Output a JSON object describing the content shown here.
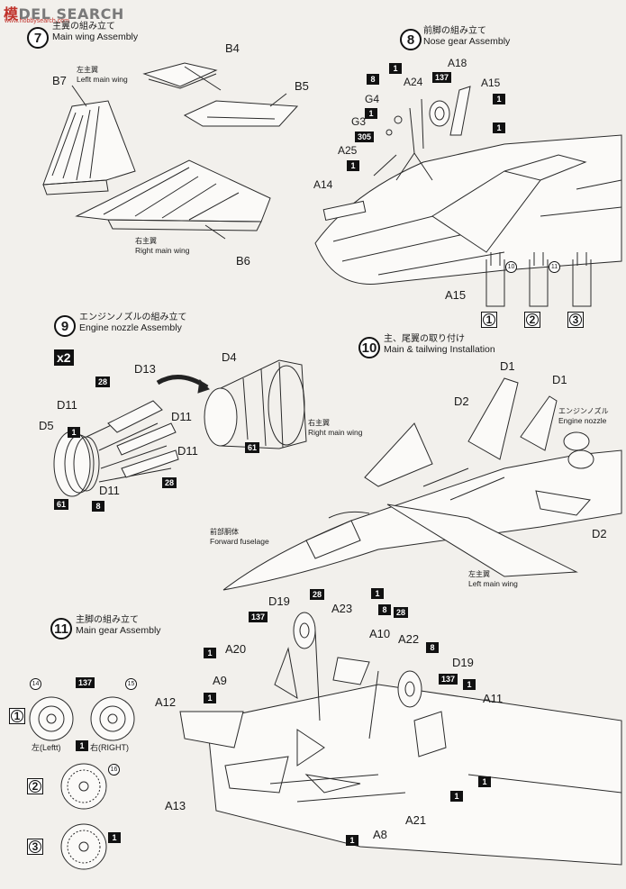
{
  "watermark": {
    "prefix": "模",
    "brand": "DEL SEARCH",
    "sub": "www.hobbysearch.com"
  },
  "step7": {
    "num": "7",
    "jp": "主翼の組み立て",
    "en": "Main wing Assembly",
    "labels": [
      "B4",
      "B5",
      "B7",
      "B6"
    ],
    "left_wing_jp": "左主翼",
    "left_wing_en": "Leflt main wing",
    "right_wing_jp": "右主翼",
    "right_wing_en": "Right main wing"
  },
  "step8": {
    "num": "8",
    "jp": "前脚の組み立て",
    "en": "Nose gear Assembly",
    "labels": [
      "A24",
      "A18",
      "A15",
      "G4",
      "G3",
      "A25",
      "A14"
    ],
    "badges": [
      "8",
      "1",
      "137",
      "1",
      "1",
      "1",
      "305",
      "1"
    ],
    "detail_label": "A15",
    "decal_nums": [
      "10",
      "11"
    ],
    "options": [
      "1",
      "2",
      "3"
    ]
  },
  "step9": {
    "num": "9",
    "jp": "エンジンノズルの組み立て",
    "en": "Engine nozzle Assembly",
    "multiplier": "x2",
    "labels": [
      "D13",
      "D11",
      "D11",
      "D5",
      "D11",
      "D11",
      "D4"
    ],
    "badges": [
      "28",
      "1",
      "61",
      "8",
      "28",
      "61"
    ]
  },
  "step10": {
    "num": "10",
    "jp": "主、尾翼の取り付け",
    "en": "Main & tailwing Installation",
    "labels": [
      "D1",
      "D1",
      "D2",
      "D2"
    ],
    "nozzle_jp": "エンジンノズル",
    "nozzle_en": "Engine nozzle",
    "right_wing_jp": "右主翼",
    "right_wing_en": "Right main wing",
    "fuselage_jp": "前部胴体",
    "fuselage_en": "Forward fuselage",
    "left_wing_jp": "左主翼",
    "left_wing_en": "Left  main wing"
  },
  "step11": {
    "num": "11",
    "jp": "主脚の組み立て",
    "en": "Main gear Assembly",
    "labels": [
      "D19",
      "A23",
      "A20",
      "A10",
      "A22",
      "D19",
      "A9",
      "A11",
      "A12",
      "A13",
      "A8",
      "A21"
    ],
    "badges": [
      "137",
      "28",
      "1",
      "8",
      "1",
      "28",
      "8",
      "1",
      "1",
      "137",
      "1",
      "1",
      "1",
      "1",
      "1"
    ],
    "wheel_nums": [
      "14",
      "15",
      "16"
    ],
    "wheel_badge": "137",
    "left_label": "左(Leftt)",
    "right_label": "右(RIGHT)",
    "mid_badge": "1",
    "opt3_badge": "1",
    "options": [
      "1",
      "2",
      "3"
    ]
  }
}
